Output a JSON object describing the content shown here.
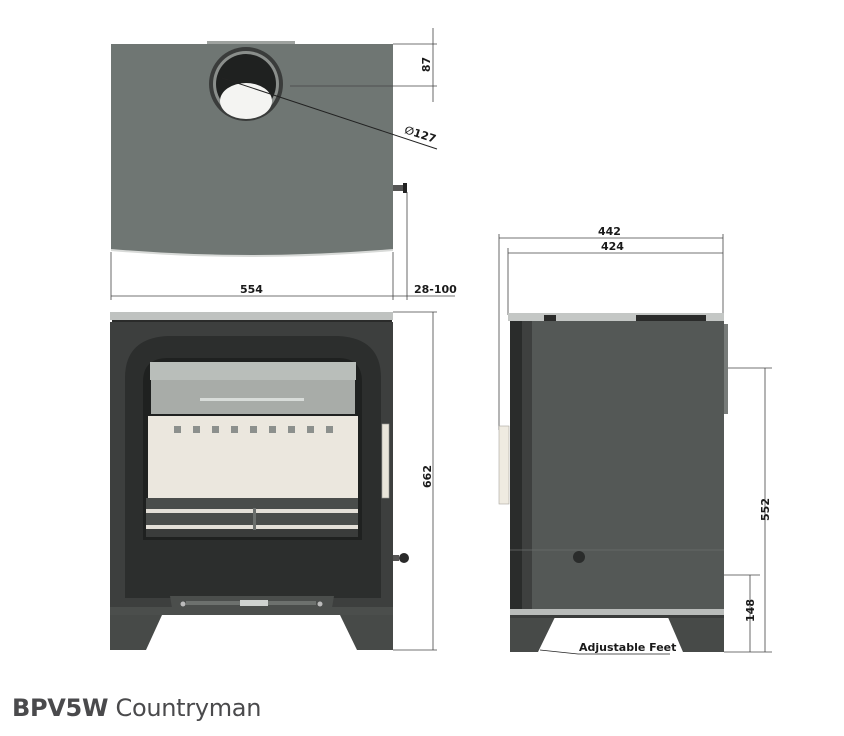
{
  "title": {
    "model": "BPV5W",
    "name": "Countryman"
  },
  "top_view": {
    "dimensions": {
      "width": "554",
      "flue_offset": "87",
      "flue_diameter": "∅127",
      "rear_clearance": "28-100"
    }
  },
  "front_view": {
    "dimensions": {
      "height": "662"
    }
  },
  "side_view": {
    "dimensions": {
      "depth_overall": "442",
      "depth_body": "424",
      "flue_height": "552",
      "feet_height": "148"
    },
    "annotation": "Adjustable Feet"
  },
  "colors": {
    "top_body": "#6f7673",
    "front_body": "#3d3f3e",
    "side_body": "#545856",
    "firebox_cream": "#ebe7de",
    "baffle_grey": "#b8bcb8",
    "title_text": "#4a4a4c"
  }
}
